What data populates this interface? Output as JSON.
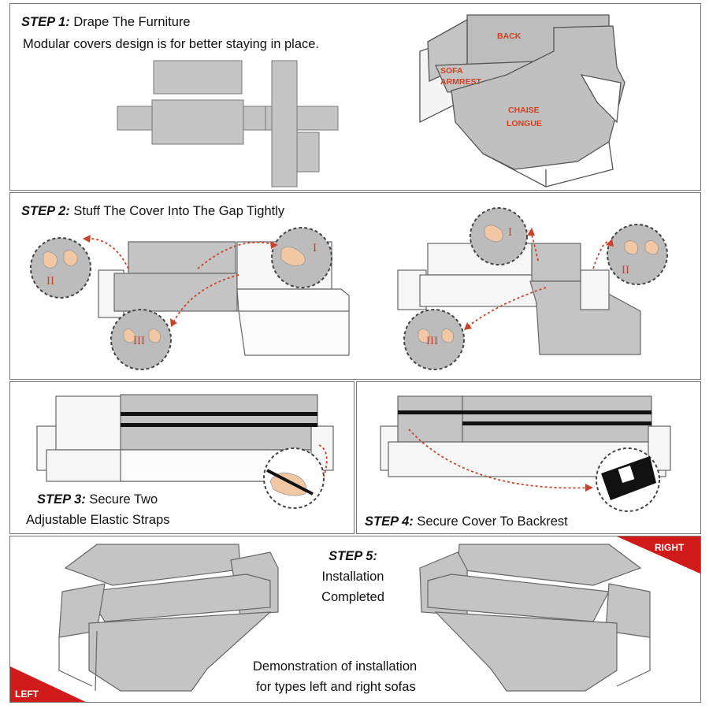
{
  "step1": {
    "label": "STEP 1:",
    "title": "Drape The Furniture",
    "subtitle": "Modular covers design is for better staying in place.",
    "diagram_labels": {
      "back": "BACK",
      "sofa": "SOFA",
      "armrest": "ARMREST",
      "chaise": "CHAISE",
      "longue": "LONGUE"
    }
  },
  "step2": {
    "label": "STEP 2:",
    "title": "Stuff The Cover Into The Gap Tightly",
    "markers": {
      "one": "I",
      "two": "II",
      "three": "III"
    }
  },
  "step3": {
    "label": "STEP 3:",
    "line1": "Secure Two",
    "line2": "Adjustable Elastic Straps"
  },
  "step4": {
    "label": "STEP 4:",
    "title": "Secure Cover To Backrest"
  },
  "step5": {
    "label": "STEP 5:",
    "line1": "Installation",
    "line2": "Completed",
    "demo_line1": "Demonstration of installation",
    "demo_line2": "for types left and right sofas",
    "left_tag": "LEFT",
    "right_tag": "RIGHT"
  },
  "colors": {
    "cover": "#c4c4c4",
    "outline": "#555555",
    "accent": "#c9432a",
    "corner": "#d11a1a"
  }
}
